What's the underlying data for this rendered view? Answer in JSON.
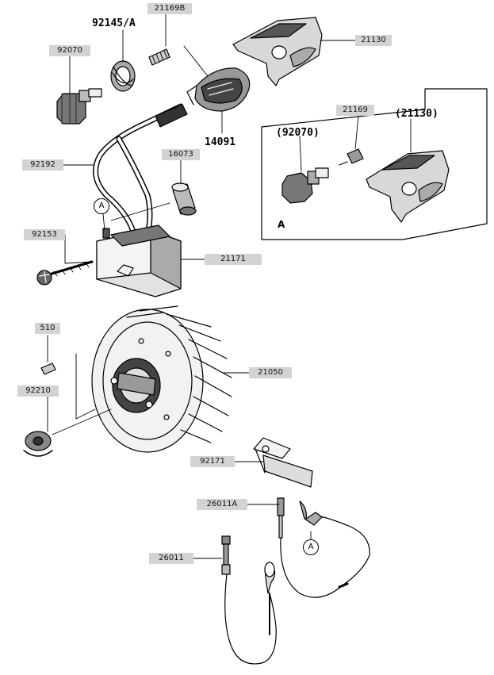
{
  "labels": {
    "p21169b": "21169B",
    "p92145a": "92145/A",
    "p92070": "92070",
    "p21130": "21130",
    "p14091": "14091",
    "p21169": "21169",
    "p92070_ref": "(92070)",
    "p21130_ref": "(21130)",
    "p92192": "92192",
    "p16073": "16073",
    "p92153": "92153",
    "p21171": "21171",
    "p510": "510",
    "p21050": "21050",
    "p92210": "92210",
    "p92171": "92171",
    "p26011a": "26011A",
    "p26011": "26011"
  },
  "markers": {
    "a_coil": "A",
    "a_inset": "A",
    "a_lead": "A"
  }
}
